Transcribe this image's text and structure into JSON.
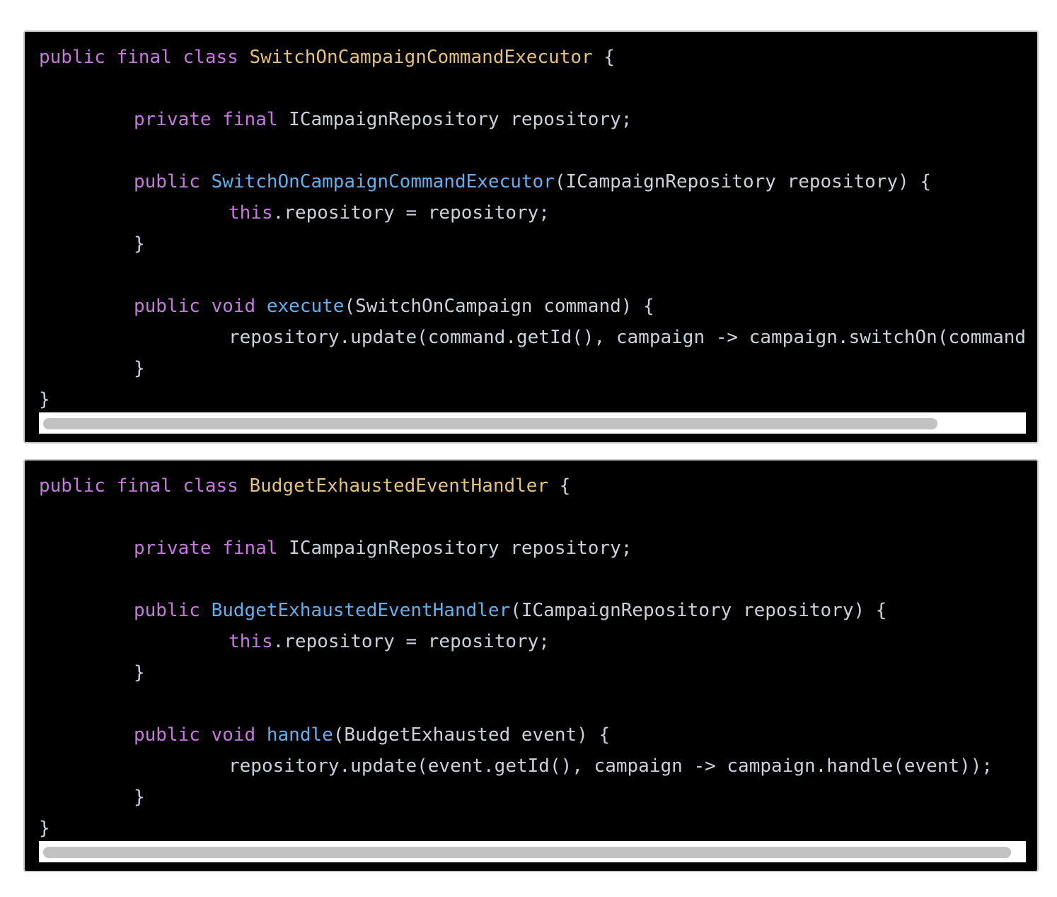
{
  "colors": {
    "background": "#000000",
    "keyword": "#c678dd",
    "class_name": "#e5c07b",
    "function_name": "#61afef",
    "plain": "#c9d1d9",
    "scrollbar_thumb": "#c2c2c2"
  },
  "blocks": [
    {
      "lines": [
        [
          "public",
          " ",
          "final",
          " ",
          "class",
          " ",
          "SwitchOnCampaignCommandExecutor",
          " {"
        ],
        [],
        [
          "private",
          " ",
          "final",
          " ICampaignRepository repository;"
        ],
        [],
        [
          "public",
          " ",
          "SwitchOnCampaignCommandExecutor",
          "(ICampaignRepository repository) {"
        ],
        [
          "this",
          ".repository = repository;"
        ],
        [
          "}"
        ],
        [],
        [
          "public",
          " ",
          "void",
          " ",
          "execute",
          "(SwitchOnCampaign command) {"
        ],
        [
          "repository.update(command.getId(), campaign -> campaign.switchOn(command));"
        ],
        [
          "}"
        ],
        [
          "}"
        ]
      ]
    },
    {
      "lines": [
        [
          "public",
          " ",
          "final",
          " ",
          "class",
          " ",
          "BudgetExhaustedEventHandler",
          " {"
        ],
        [],
        [
          "private",
          " ",
          "final",
          " ICampaignRepository repository;"
        ],
        [],
        [
          "public",
          " ",
          "BudgetExhaustedEventHandler",
          "(ICampaignRepository repository) {"
        ],
        [
          "this",
          ".repository = repository;"
        ],
        [
          "}"
        ],
        [],
        [
          "public",
          " ",
          "void",
          " ",
          "handle",
          "(BudgetExhausted event) {"
        ],
        [
          "repository.update(event.getId(), campaign -> campaign.handle(event));"
        ],
        [
          "}"
        ],
        [
          "}"
        ]
      ]
    }
  ]
}
